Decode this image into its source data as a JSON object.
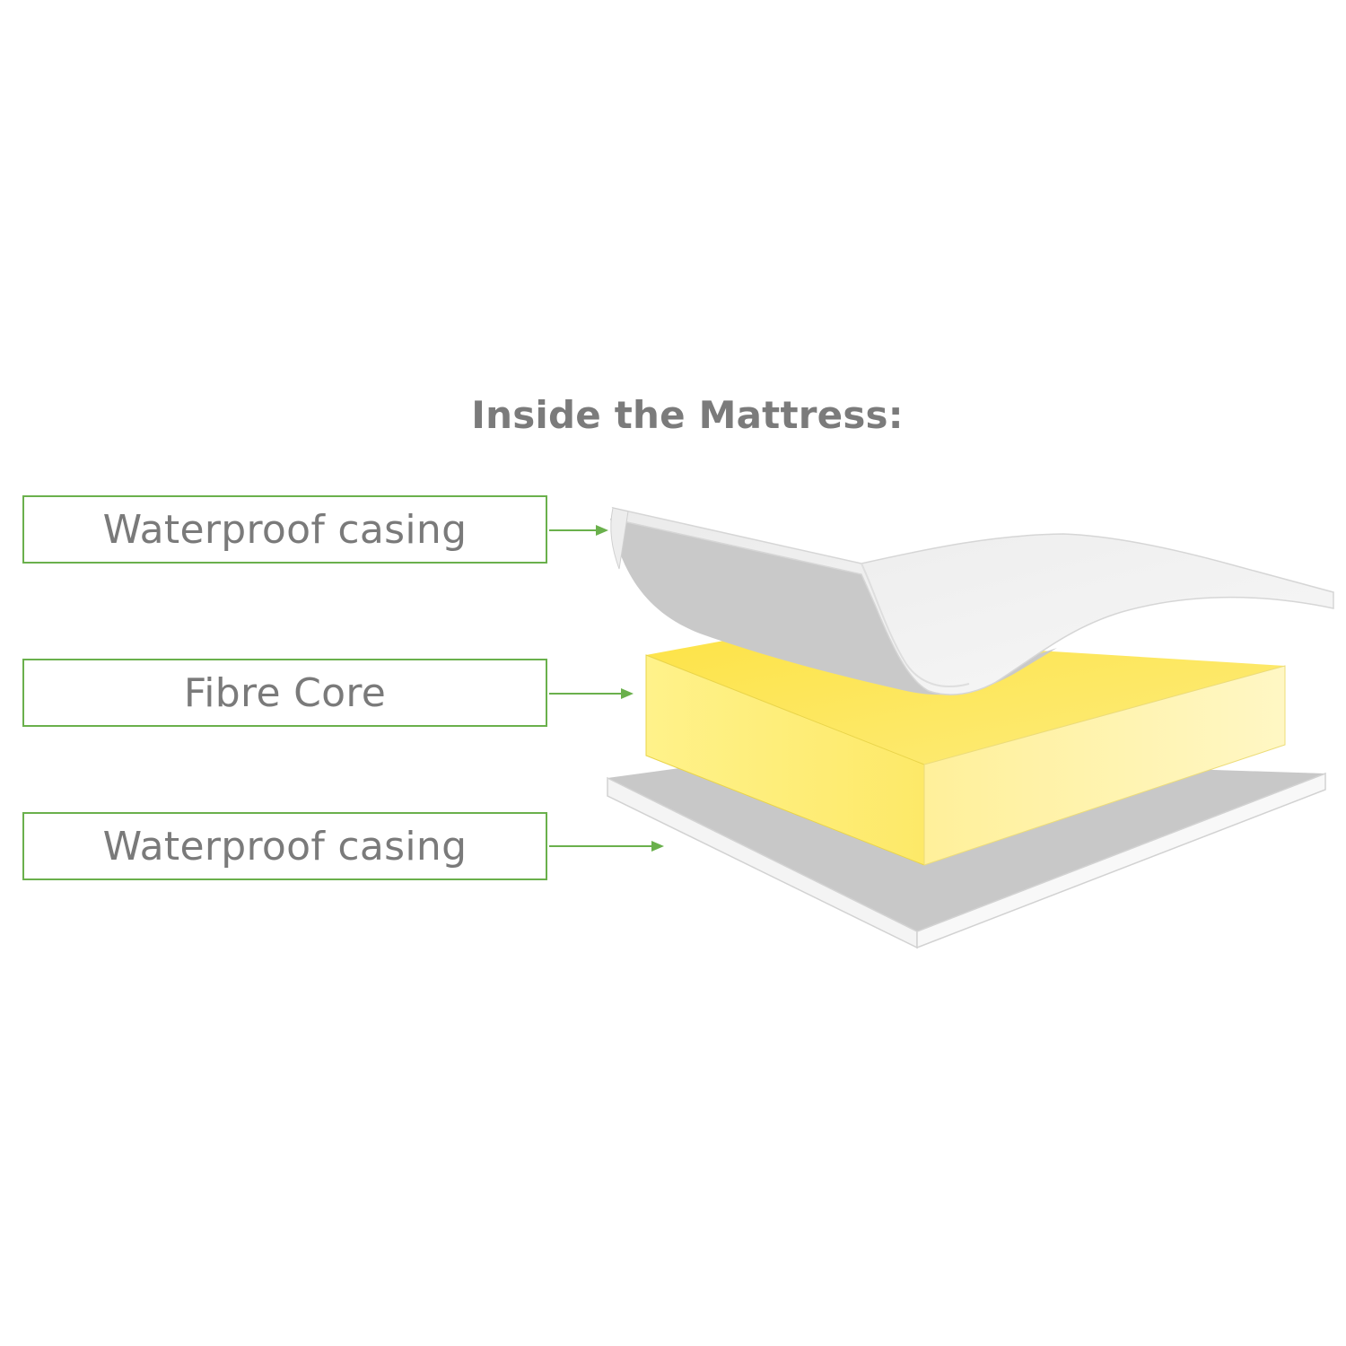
{
  "title": "Inside the Mattress:",
  "layers": [
    {
      "label": "Waterproof casing"
    },
    {
      "label": "Fibre Core"
    },
    {
      "label": "Waterproof casing"
    }
  ],
  "colors": {
    "title_text": "#7b7b7b",
    "label_text": "#7a7a7a",
    "accent_green": "#6ab04c",
    "core_yellow": "#fde45a",
    "casing_grey": "#c6c6c6",
    "casing_light": "#efefef"
  },
  "icons": [
    "arrow-right-icon"
  ]
}
